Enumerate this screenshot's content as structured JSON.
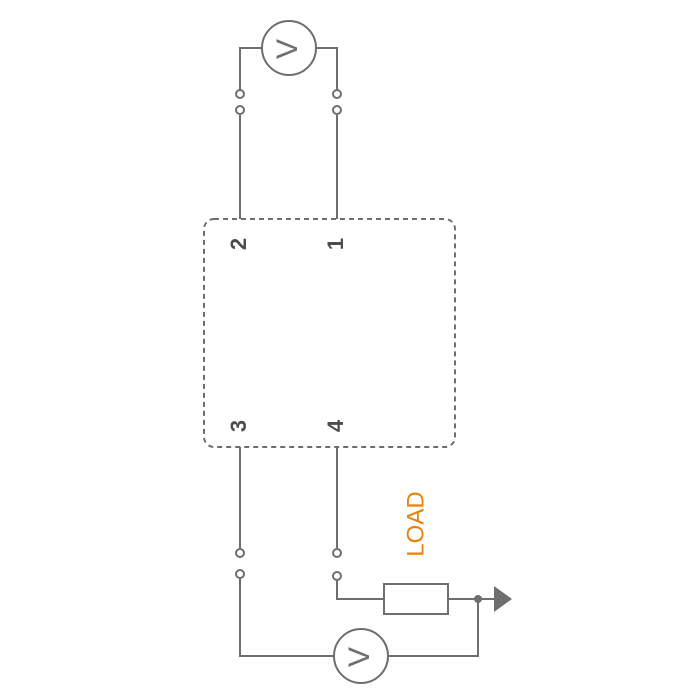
{
  "diagram": {
    "module": {
      "pins": {
        "pin1": "1",
        "pin2": "2",
        "pin3": "3",
        "pin4": "4"
      }
    },
    "top_meter": {
      "symbol": "V"
    },
    "bottom_meter": {
      "symbol": "V"
    },
    "load": {
      "label": "LOAD"
    },
    "colors": {
      "wire": "#6e6e6e",
      "pin_text": "#4d4d4d",
      "load_text": "#e8820c",
      "background": "#ffffff"
    }
  }
}
